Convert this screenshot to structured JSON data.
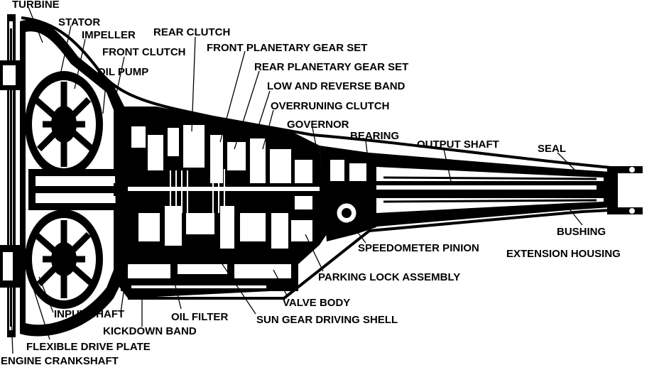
{
  "diagram": {
    "labels": {
      "turbine": "TURBINE",
      "stator": "STATOR",
      "impeller": "IMPELLER",
      "front_clutch": "FRONT CLUTCH",
      "oil_pump": "OIL PUMP",
      "rear_clutch": "REAR CLUTCH",
      "front_planetary_gear_set": "FRONT PLANETARY GEAR SET",
      "rear_planetary_gear_set": "REAR PLANETARY GEAR SET",
      "low_and_reverse_band": "LOW AND REVERSE BAND",
      "overruning_clutch": "OVERRUNING CLUTCH",
      "governor": "GOVERNOR",
      "bearing": "BEARING",
      "output_shaft": "OUTPUT SHAFT",
      "seal": "SEAL",
      "bushing": "BUSHING",
      "speedometer_pinion": "SPEEDOMETER PINION",
      "extension_housing": "EXTENSION HOUSING",
      "parking_lock_assembly": "PARKING LOCK ASSEMBLY",
      "valve_body": "VALVE BODY",
      "sun_gear_driving_shell": "SUN GEAR DRIVING SHELL",
      "oil_filter": "OIL FILTER",
      "input_shaft": "INPUT SHAFT",
      "kickdown_band": "KICKDOWN BAND",
      "flexible_drive_plate": "FLEXIBLE DRIVE PLATE",
      "engine_crankshaft": "ENGINE CRANKSHAFT"
    }
  }
}
